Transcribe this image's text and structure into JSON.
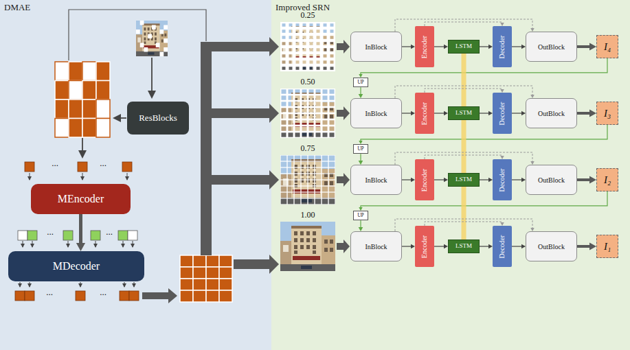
{
  "diagram": {
    "nodes": [
      {
        "text": [
          "DMAE"
        ]
      },
      {
        "text": [
          "Improved SRN"
        ]
      },
      {
        "text": [
          "ResBlocks"
        ],
        "in": 0
      },
      {
        "text": [
          "MEncoder"
        ],
        "in": 0
      },
      {
        "text": [
          "MDecoder"
        ],
        "in": 0
      },
      {
        "text": [
          "InBlock"
        ],
        "in": 1
      },
      {
        "text": [
          "Encoder"
        ],
        "in": 1
      },
      {
        "text": [
          "LSTM"
        ],
        "in": 1
      },
      {
        "text": [
          "Decoder"
        ],
        "in": 1
      },
      {
        "text": [
          "OutBlock"
        ],
        "in": 1
      },
      {
        "text": [
          "I₄"
        ],
        "in": 1
      },
      {
        "text": [
          "UP"
        ],
        "in": 1
      },
      {
        "text": [
          "InBlock"
        ],
        "in": 1
      },
      {
        "text": [
          "Encoder"
        ],
        "in": 1
      },
      {
        "text": [
          "LSTM"
        ],
        "in": 1
      },
      {
        "text": [
          "Decoder"
        ],
        "in": 1
      },
      {
        "text": [
          "OutBlock"
        ],
        "in": 1
      },
      {
        "text": [
          "I₃"
        ],
        "in": 1
      },
      {
        "text": [
          "UP"
        ],
        "in": 1
      },
      {
        "text": [
          "InBlock"
        ],
        "in": 1
      },
      {
        "text": [
          "Encoder"
        ],
        "in": 1
      },
      {
        "text": [
          "LSTM"
        ],
        "in": 1
      },
      {
        "text": [
          "Decoder"
        ],
        "in": 1
      },
      {
        "text": [
          "OutBlock"
        ],
        "in": 1
      },
      {
        "text": [
          "I₂"
        ],
        "in": 1
      },
      {
        "text": [
          "UP"
        ],
        "in": 1
      },
      {
        "text": [
          "InBlock"
        ],
        "in": 1
      },
      {
        "text": [
          "Encoder"
        ],
        "in": 1
      },
      {
        "text": [
          "LSTM"
        ],
        "in": 1
      },
      {
        "text": [
          "Decoder"
        ],
        "in": 1
      },
      {
        "text": [
          "OutBlock"
        ],
        "in": 1
      },
      {
        "text": [
          "I₁"
        ],
        "in": 1
      }
    ],
    "edges": [
      {
        "from": 3,
        "to": 4,
        "arrow": "to"
      },
      {
        "from": 5,
        "to": 6,
        "arrow": "to"
      },
      {
        "from": 6,
        "to": 7,
        "arrow": "to"
      },
      {
        "from": 7,
        "to": 8,
        "arrow": "to"
      },
      {
        "from": 8,
        "to": 9,
        "arrow": "to"
      },
      {
        "from": 9,
        "to": 10,
        "arrow": "to"
      },
      {
        "from": 5,
        "to": 9,
        "arrow": "to"
      },
      {
        "from": 6,
        "to": 8,
        "arrow": "to"
      },
      {
        "from": 10,
        "to": 11,
        "arrow": "to"
      },
      {
        "from": 11,
        "to": 12,
        "arrow": "to"
      },
      {
        "from": 7,
        "to": 14,
        "arrow": "none"
      },
      {
        "from": 12,
        "to": 13,
        "arrow": "to"
      },
      {
        "from": 13,
        "to": 14,
        "arrow": "to"
      },
      {
        "from": 14,
        "to": 15,
        "arrow": "to"
      },
      {
        "from": 15,
        "to": 16,
        "arrow": "to"
      },
      {
        "from": 16,
        "to": 17,
        "arrow": "to"
      },
      {
        "from": 12,
        "to": 16,
        "arrow": "to"
      },
      {
        "from": 13,
        "to": 15,
        "arrow": "to"
      },
      {
        "from": 17,
        "to": 18,
        "arrow": "to"
      },
      {
        "from": 18,
        "to": 19,
        "arrow": "to"
      },
      {
        "from": 14,
        "to": 21,
        "arrow": "none"
      },
      {
        "from": 19,
        "to": 20,
        "arrow": "to"
      },
      {
        "from": 20,
        "to": 21,
        "arrow": "to"
      },
      {
        "from": 21,
        "to": 22,
        "arrow": "to"
      },
      {
        "from": 22,
        "to": 23,
        "arrow": "to"
      },
      {
        "from": 23,
        "to": 24,
        "arrow": "to"
      },
      {
        "from": 19,
        "to": 23,
        "arrow": "to"
      },
      {
        "from": 20,
        "to": 22,
        "arrow": "to"
      },
      {
        "from": 24,
        "to": 25,
        "arrow": "to"
      },
      {
        "from": 25,
        "to": 26,
        "arrow": "to"
      },
      {
        "from": 21,
        "to": 28,
        "arrow": "none"
      },
      {
        "from": 26,
        "to": 27,
        "arrow": "to"
      },
      {
        "from": 27,
        "to": 28,
        "arrow": "to"
      },
      {
        "from": 28,
        "to": 29,
        "arrow": "to"
      },
      {
        "from": 29,
        "to": 30,
        "arrow": "to"
      },
      {
        "from": 30,
        "to": 31,
        "arrow": "to"
      },
      {
        "from": 26,
        "to": 30,
        "arrow": "to"
      },
      {
        "from": 27,
        "to": 29,
        "arrow": "to"
      }
    ],
    "labels": [
      "0.25",
      "0.50",
      "0.75",
      "1.00",
      "...",
      "...",
      "...",
      "...",
      "...",
      "..."
    ]
  }
}
